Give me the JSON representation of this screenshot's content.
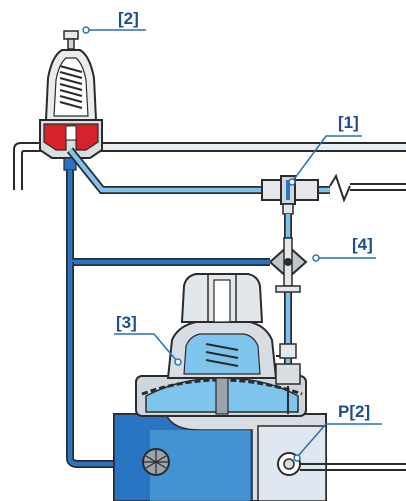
{
  "callouts": {
    "pilot_top": "[2]",
    "needle_valve": "[1]",
    "cock": "[4]",
    "main_valve": "[3]",
    "pressure_point": "P[2]"
  },
  "colors": {
    "callout_text": "#1c4d8c",
    "leader": "#2a6fb5",
    "water_dark": "#2a74c4",
    "water_light": "#7fc4ec",
    "water_mid": "#56a6dc",
    "metal": "#d7dde3",
    "metal_dark": "#9aa4ae",
    "outline": "#2b2b2b",
    "pilot_red": "#d8222a"
  }
}
